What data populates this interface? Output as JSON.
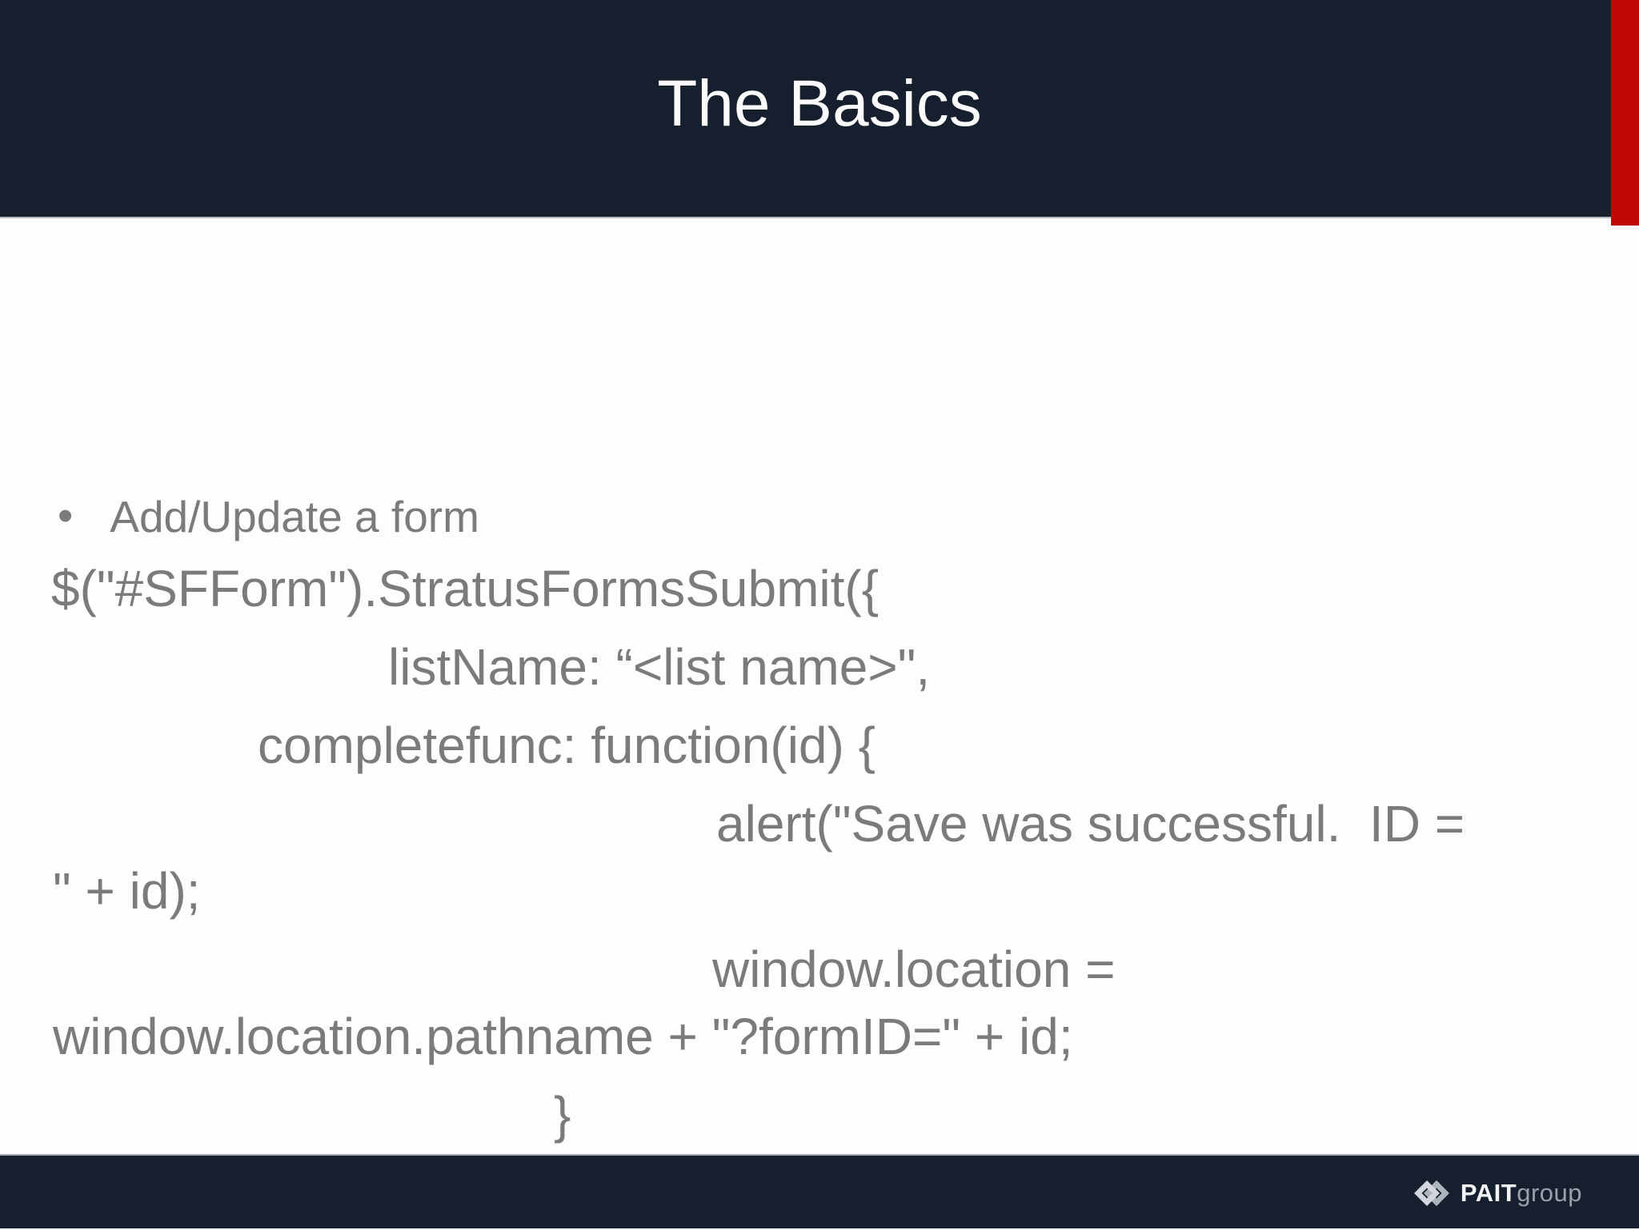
{
  "header": {
    "title": "The Basics"
  },
  "content": {
    "bullet_icon": "bullet-dot-icon",
    "bullet_glyph": "•",
    "bullet_text": "Add/Update a form",
    "code_lines": [
      "$(\"#SFForm\").StratusFormsSubmit({",
      "listName: “<list name>\",",
      "completefunc: function(id) {",
      "alert(\"Save was successful.  ID =",
      "\" + id);",
      "window.location =",
      "window.location.pathname + \"?formID=\" + id;",
      "}",
      "});"
    ]
  },
  "footer": {
    "logo_icon": "interlocked-diamonds-icon",
    "brand_bold": "PAIT",
    "brand_light": "group"
  },
  "colors": {
    "header_bg": "#161F2D",
    "accent_red": "#C00505",
    "title_text": "#FBFBFB",
    "body_text": "#7B7B7B",
    "brand_bold_color": "#F2F4F6",
    "brand_light_color": "#98A1AC",
    "icon_light_gray": "#D3D6DB",
    "icon_dark_gray": "#AEB4BD"
  }
}
